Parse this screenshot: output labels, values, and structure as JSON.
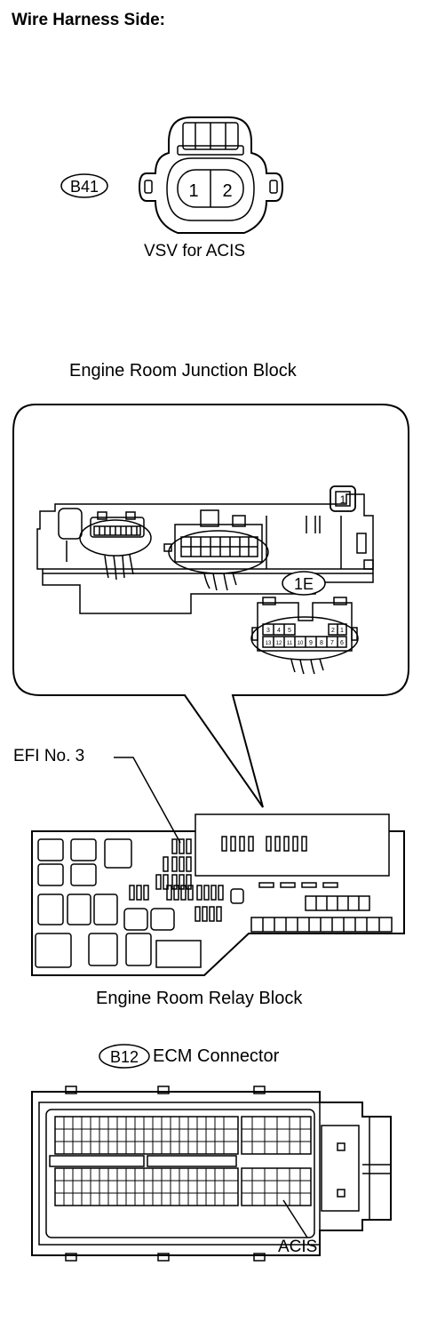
{
  "heading": "Wire Harness Side:",
  "vsv": {
    "connector_code": "B41",
    "pins": [
      "1",
      "2"
    ],
    "label": "VSV for ACIS"
  },
  "junction_block": {
    "title": "Engine Room Junction Block",
    "fuse_tag": "1",
    "connector_code": "1E",
    "connector_pins_top": [
      "3",
      "4",
      "5",
      "2",
      "1"
    ],
    "connector_pins_bottom": [
      "13",
      "12",
      "11",
      "10",
      "9",
      "8",
      "7",
      "6"
    ]
  },
  "relay_block": {
    "fuse_label": "EFI No. 3",
    "title": "Engine Room Relay Block"
  },
  "ecm": {
    "connector_code": "B12",
    "title": "ECM Connector",
    "pin_label": "ACIS"
  }
}
